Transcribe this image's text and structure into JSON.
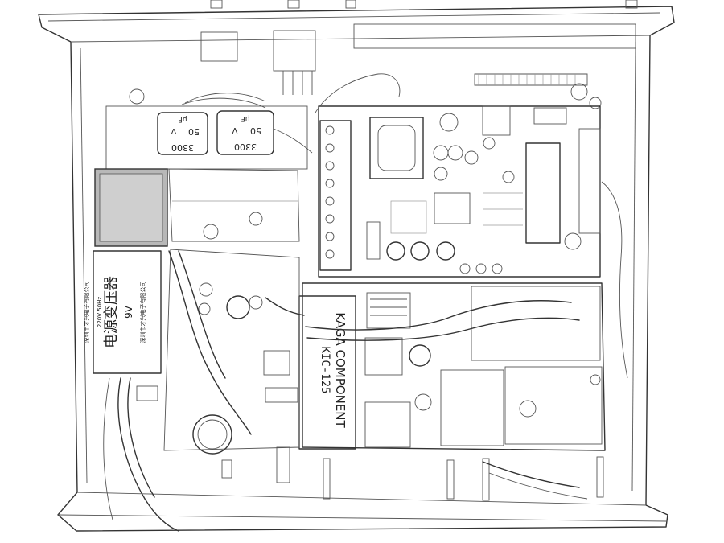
{
  "image": {
    "description_kind": "pencil-sketch photo of an opened electronics chassis",
    "colors": {
      "paper": "#ffffff",
      "ink": "#333333",
      "transformer_core": "#b8b8b8"
    }
  },
  "labels": {
    "cap_left_value": "3300",
    "cap_left_voltage": "50",
    "cap_left_unit_a": "V",
    "cap_left_unit_b": "μF",
    "cap_right_value": "3300",
    "cap_right_voltage": "50",
    "cap_right_unit_a": "V",
    "cap_right_unit_b": "μF",
    "transformer_chinese": "电源变压器",
    "transformer_voltage": "9V",
    "transformer_rating": "220V 50Hz",
    "transformer_maker": "深圳市才兴电子有限公司",
    "transformer_maker_top": "深圳市才兴电子有限公司",
    "kaga_text": "KAGA COMPONENT",
    "model_text": "KIC-125"
  }
}
